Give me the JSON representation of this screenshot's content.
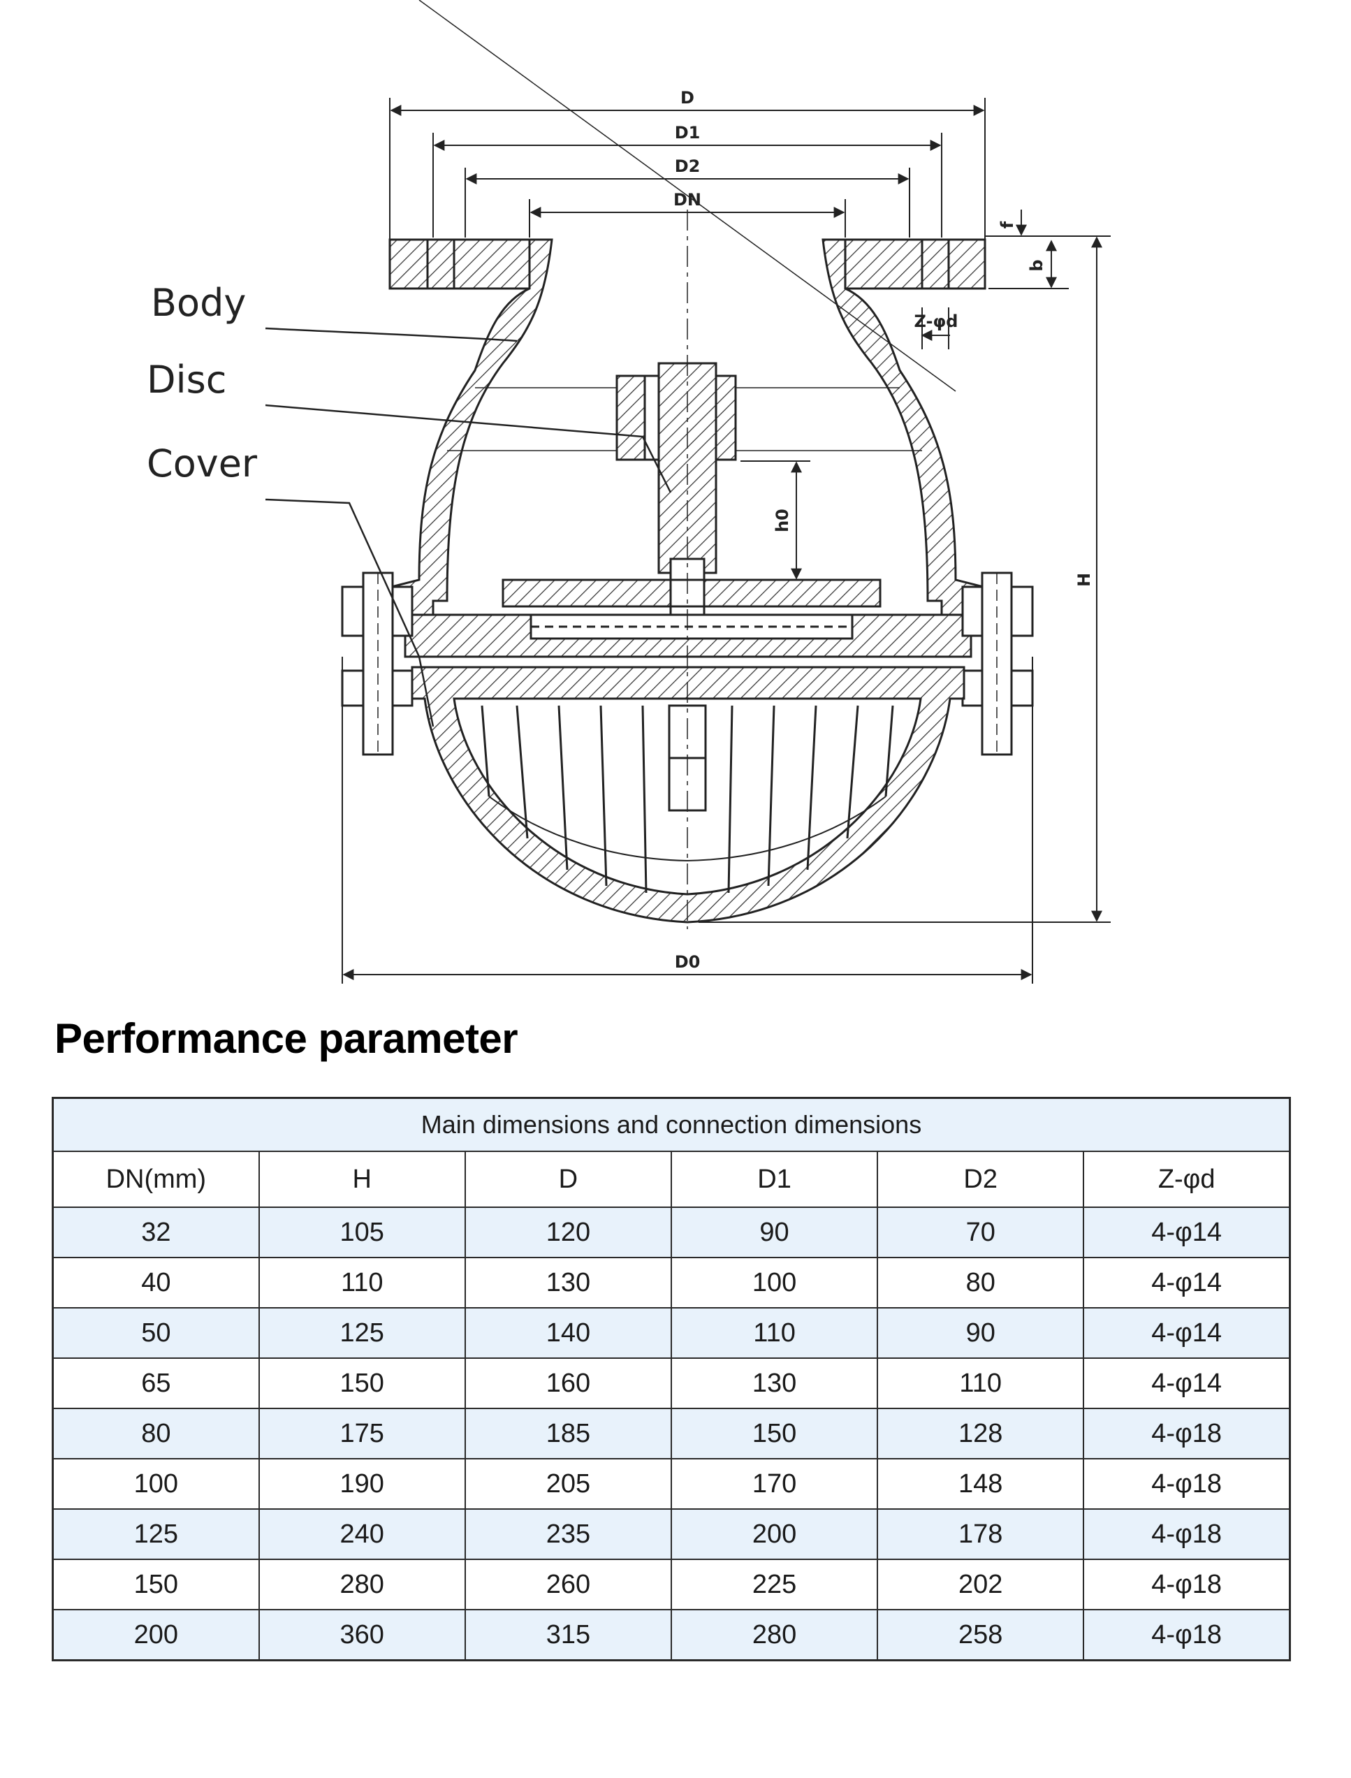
{
  "drawing": {
    "callouts": [
      {
        "id": "body",
        "label": "Body"
      },
      {
        "id": "disc",
        "label": "Disc"
      },
      {
        "id": "cover",
        "label": "Cover"
      }
    ],
    "dimensions": {
      "d": "D",
      "d1": "D1",
      "d2": "D2",
      "dn": "DN",
      "d0": "D0",
      "h": "H",
      "h0": "h0",
      "f": "f",
      "b": "b",
      "z": "Z-φd"
    }
  },
  "section_title": "Performance parameter",
  "table": {
    "caption": "Main dimensions and connection dimensions",
    "columns": [
      "DN(mm)",
      "H",
      "D",
      "D1",
      "D2",
      "Z-φd"
    ],
    "rows": [
      [
        "32",
        "105",
        "120",
        "90",
        "70",
        "4-φ14"
      ],
      [
        "40",
        "110",
        "130",
        "100",
        "80",
        "4-φ14"
      ],
      [
        "50",
        "125",
        "140",
        "110",
        "90",
        "4-φ14"
      ],
      [
        "65",
        "150",
        "160",
        "130",
        "110",
        "4-φ14"
      ],
      [
        "80",
        "175",
        "185",
        "150",
        "128",
        "4-φ18"
      ],
      [
        "100",
        "190",
        "205",
        "170",
        "148",
        "4-φ18"
      ],
      [
        "125",
        "240",
        "235",
        "200",
        "178",
        "4-φ18"
      ],
      [
        "150",
        "280",
        "260",
        "225",
        "202",
        "4-φ18"
      ],
      [
        "200",
        "360",
        "315",
        "280",
        "258",
        "4-φ18"
      ]
    ]
  }
}
